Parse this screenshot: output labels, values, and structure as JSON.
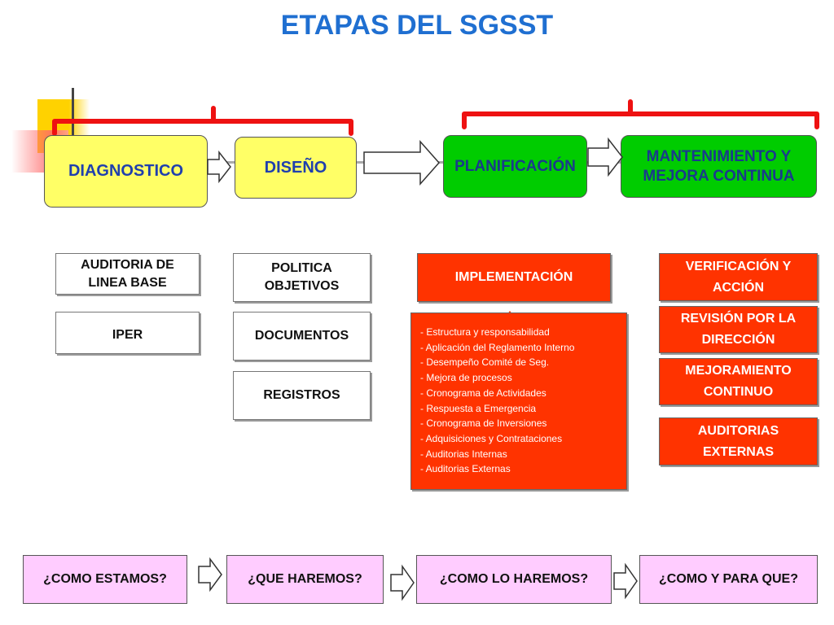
{
  "title": "ETAPAS DEL SGSST",
  "stages": {
    "diagnostico": "DIAGNOSTICO",
    "diseno": "DISEÑO",
    "planificacion": "PLANIFICACIÓN",
    "mantenimiento_line1": "MANTENIMIENTO Y",
    "mantenimiento_line2": "MEJORA CONTINUA"
  },
  "diagnostico_items": {
    "auditoria_line1": "AUDITORIA DE",
    "auditoria_line2": "LINEA BASE",
    "iper": "IPER"
  },
  "diseno_items": {
    "politica_line1": "POLITICA",
    "politica_line2": "OBJETIVOS",
    "documentos": "DOCUMENTOS",
    "registros": "REGISTROS"
  },
  "implementacion": {
    "header": "IMPLEMENTACIÓN",
    "items": [
      "- Estructura y responsabilidad",
      "- Aplicación del Reglamento Interno",
      "- Desempeño Comité de Seg.",
      "- Mejora de procesos",
      "- Cronograma de Actividades",
      "- Respuesta a Emergencia",
      "- Cronograma de  Inversiones",
      "- Adquisiciones y Contrataciones",
      "- Auditorias Internas",
      "- Auditorias Externas"
    ]
  },
  "mantenimiento_items": {
    "verificacion_line1": "VERIFICACIÓN Y",
    "verificacion_line2": "ACCIÓN",
    "revision_line1": "REVISIÓN POR LA",
    "revision_line2": "DIRECCIÓN",
    "mejoramiento_line1": "MEJORAMIENTO",
    "mejoramiento_line2": "CONTINUO",
    "auditorias_line1": "AUDITORIAS",
    "auditorias_line2": "EXTERNAS"
  },
  "questions": {
    "q1": "¿COMO ESTAMOS?",
    "q2": "¿QUE HAREMOS?",
    "q3": "¿COMO LO HAREMOS?",
    "q4": "¿COMO Y PARA QUE?"
  },
  "colors": {
    "title": "#1f6fd1",
    "stage_yellow": "#ffff66",
    "stage_green": "#00cc00",
    "box_red": "#ff3300",
    "question_pink": "#ffccff",
    "bracket_red": "#ee1111"
  },
  "icons": {
    "arrow": "block-arrow-right",
    "bracket": "red-bracket",
    "decoration": "yellow-corner-square"
  }
}
